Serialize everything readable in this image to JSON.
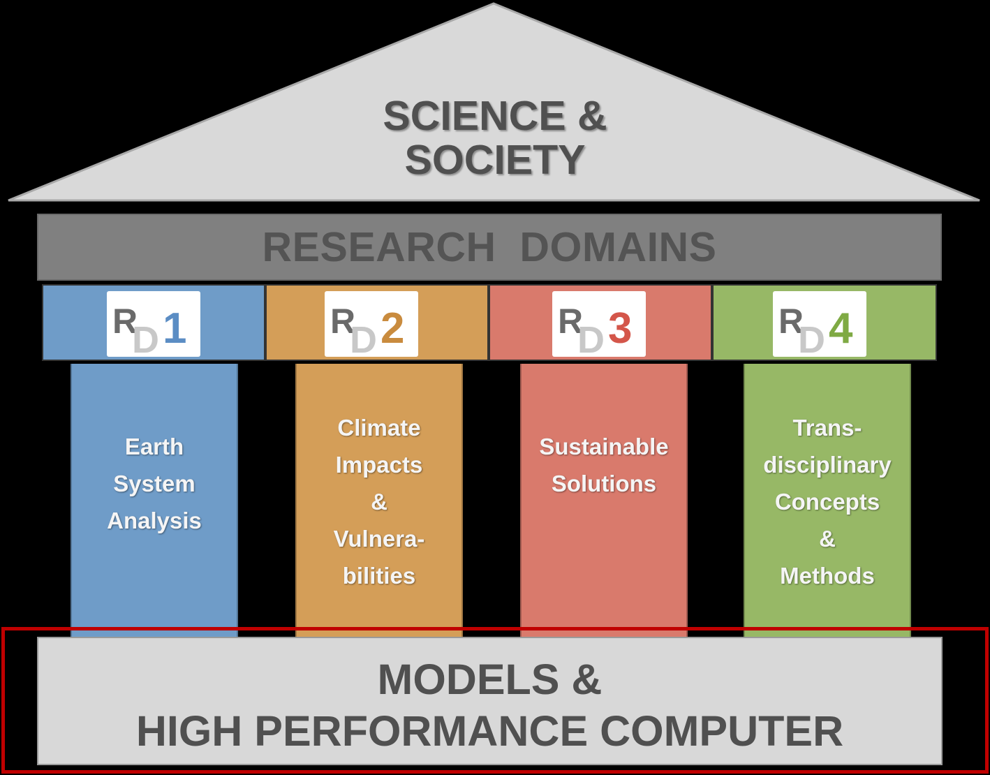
{
  "roof": {
    "line1": "SCIENCE &",
    "line2": "SOCIETY"
  },
  "domains_bar": {
    "title": "RESEARCH  DOMAINS"
  },
  "pillars": [
    {
      "badge_letters": "RD",
      "badge_number": "1",
      "lines": [
        "Earth",
        "System",
        "Analysis"
      ],
      "color": "#6f9cc8",
      "number_color": "#5b8dc4"
    },
    {
      "badge_letters": "RD",
      "badge_number": "2",
      "lines": [
        "Climate",
        "Impacts",
        "&",
        "Vulnera-",
        "bilities"
      ],
      "color": "#d49e58",
      "number_color": "#c98b3e"
    },
    {
      "badge_letters": "RD",
      "badge_number": "3",
      "lines": [
        "Sustainable",
        "Solutions"
      ],
      "color": "#d97a6c",
      "number_color": "#d4564a"
    },
    {
      "badge_letters": "RD",
      "badge_number": "4",
      "lines": [
        "Trans-",
        "disciplinary",
        "Concepts",
        "&",
        "Methods"
      ],
      "color": "#97b866",
      "number_color": "#7faa44"
    }
  ],
  "base": {
    "line1": "MODELS &",
    "line2": "HIGH PERFORMANCE COMPUTER"
  },
  "colors": {
    "background": "#000000",
    "roof": "#d9d9d9",
    "domains_bar": "#808080",
    "base": "#d8d8d8",
    "highlight": "#c00000",
    "title_text": "#505050"
  }
}
